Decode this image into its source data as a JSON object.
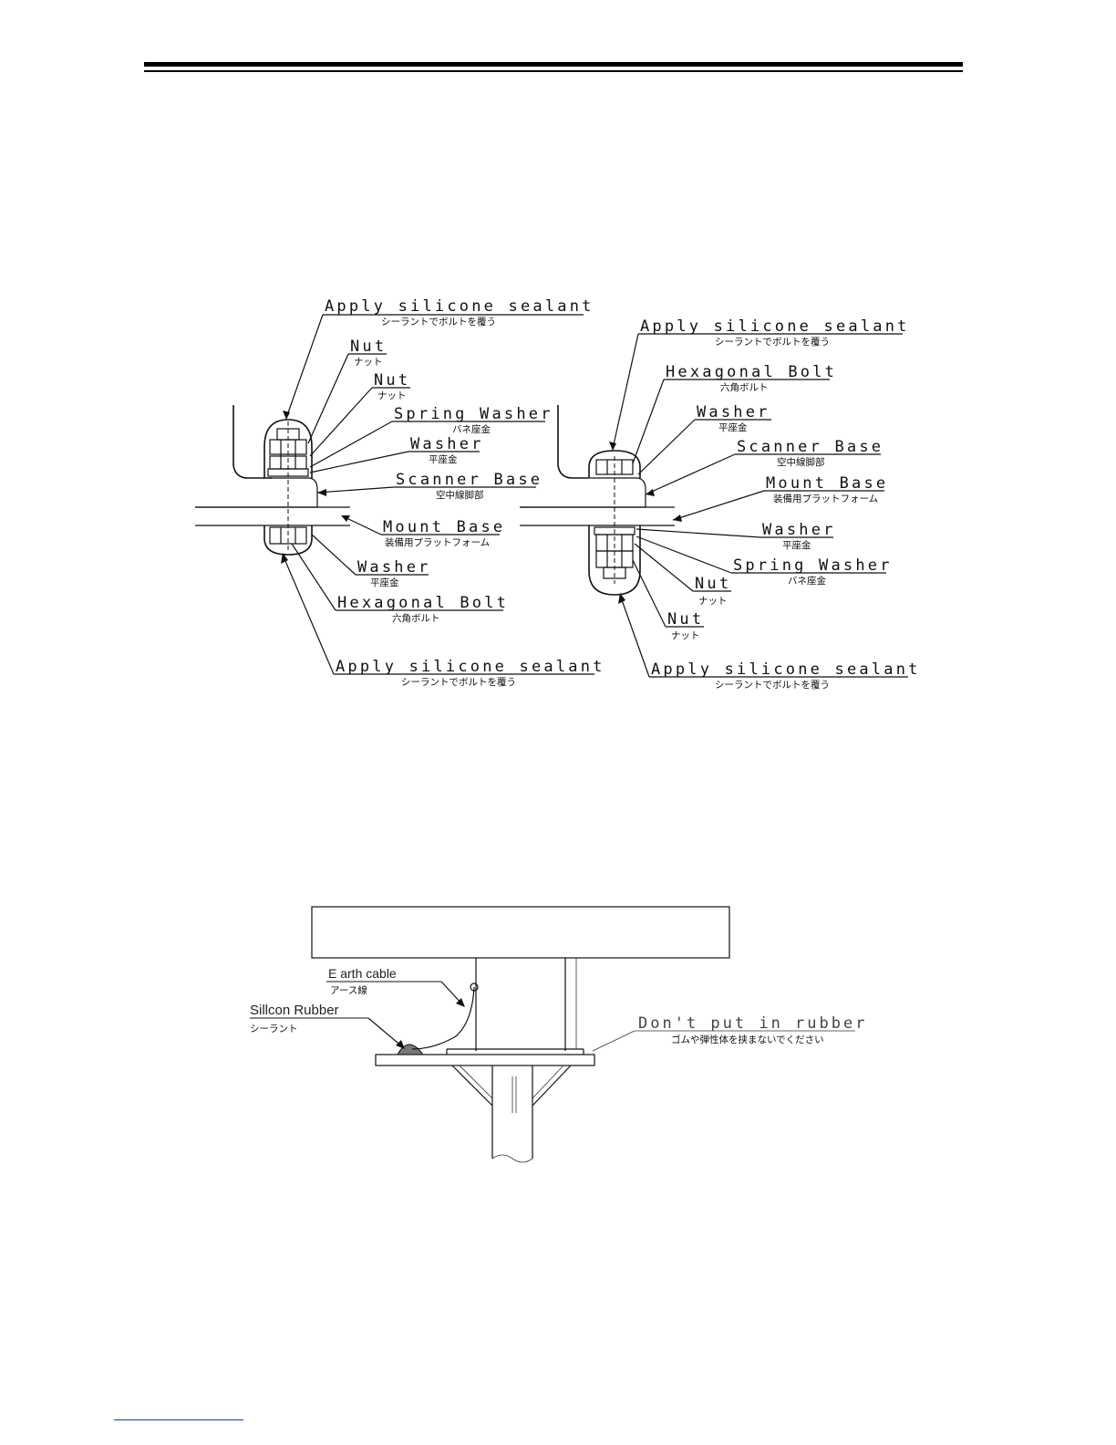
{
  "figure1": {
    "left": {
      "top_sealant": {
        "en": "Apply silicone sealant",
        "jp": "シーラントでボルトを覆う"
      },
      "nut1": {
        "en": "Nut",
        "jp": "ナット"
      },
      "nut2": {
        "en": "Nut",
        "jp": "ナット"
      },
      "spring_washer": {
        "en": "Spring Washer",
        "jp": "バネ座金"
      },
      "washer_top": {
        "en": "Washer",
        "jp": "平座金"
      },
      "scanner_base": {
        "en": "Scanner Base",
        "jp": "空中線脚部"
      },
      "mount_base": {
        "en": "Mount Base",
        "jp": "装備用プラットフォーム"
      },
      "washer_bottom": {
        "en": "Washer",
        "jp": "平座金"
      },
      "hex_bolt": {
        "en": "Hexagonal Bolt",
        "jp": "六角ボルト"
      },
      "bottom_sealant": {
        "en": "Apply silicone sealant",
        "jp": "シーラントでボルトを覆う"
      }
    },
    "right": {
      "top_sealant": {
        "en": "Apply silicone sealant",
        "jp": "シーラントでボルトを覆う"
      },
      "hex_bolt": {
        "en": "Hexagonal Bolt",
        "jp": "六角ボルト"
      },
      "washer_top": {
        "en": "Washer",
        "jp": "平座金"
      },
      "scanner_base": {
        "en": "Scanner Base",
        "jp": "空中線脚部"
      },
      "mount_base": {
        "en": "Mount Base",
        "jp": "装備用プラットフォーム"
      },
      "washer_bottom": {
        "en": "Washer",
        "jp": "平座金"
      },
      "spring_washer": {
        "en": "Spring Washer",
        "jp": "バネ座金"
      },
      "nut1": {
        "en": "Nut",
        "jp": "ナット"
      },
      "nut2": {
        "en": "Nut",
        "jp": "ナット"
      },
      "bottom_sealant": {
        "en": "Apply silicone sealant",
        "jp": "シーラントでボルトを覆う"
      }
    }
  },
  "figure2": {
    "earth_cable": {
      "en": "E arth cable",
      "jp": "アース線"
    },
    "silicon_rubber": {
      "en": "Sillcon Rubber",
      "jp": "シーラント"
    },
    "no_rubber": {
      "en": "Don't put in rubber",
      "jp": "ゴムや弾性体を挟まないでください"
    }
  }
}
